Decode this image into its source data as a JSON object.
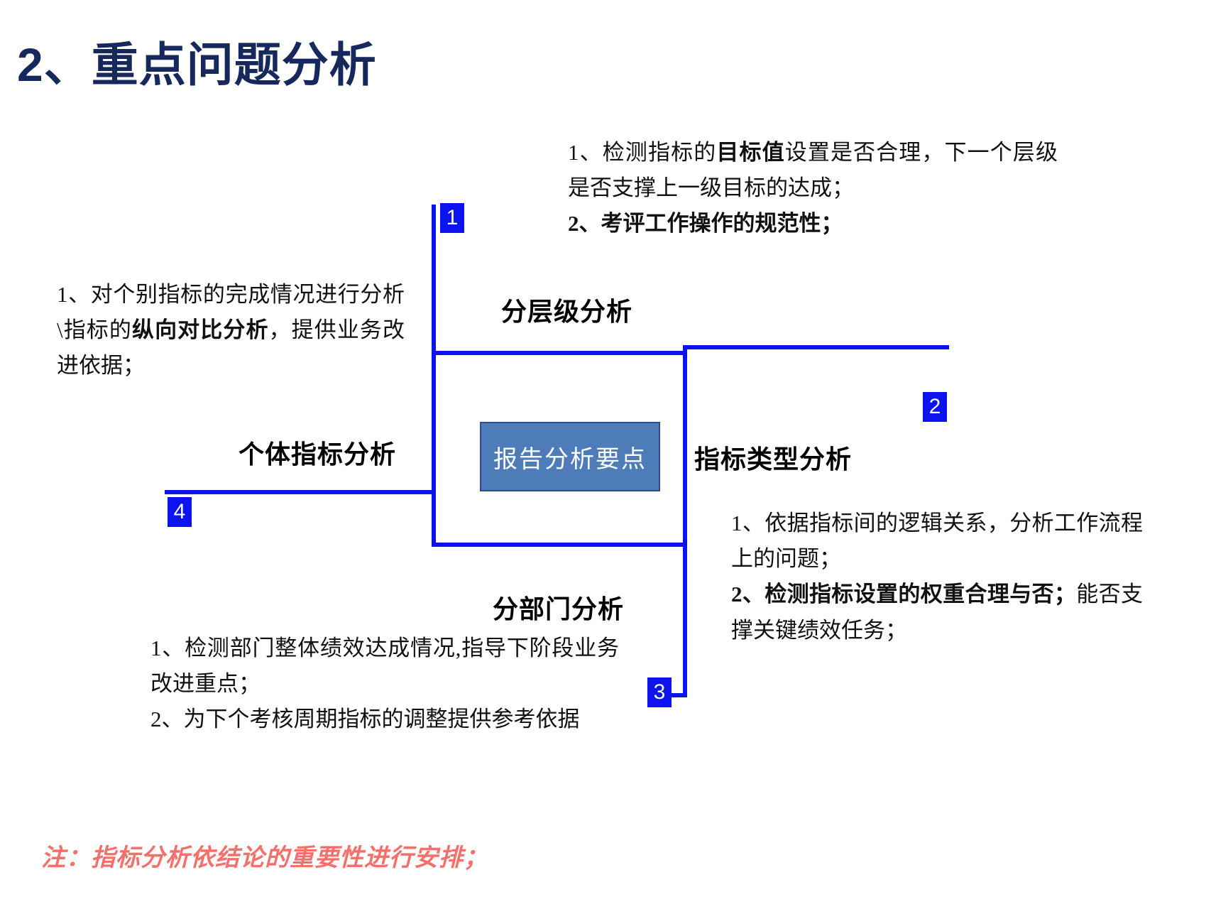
{
  "slide": {
    "title": "2、重点问题分析",
    "title_color": "#17285c",
    "accent_line_color": "#0b14f0",
    "center_node_fill": "#4e7cb8",
    "footnote_color": "#f4706b"
  },
  "center": {
    "label": "报告分析要点"
  },
  "branches": [
    {
      "number": "1",
      "label": "分层级分析",
      "text_html": "1、检测指标的<b>目标值</b>设置是否合理，下一个层级是否支撑上一级目标的达成；<br><b>2、考评工作操作的规范性；</b>",
      "text_plain": "1、检测指标的目标值设置是否合理，下一个层级是否支撑上一级目标的达成； 2、考评工作操作的规范性；"
    },
    {
      "number": "2",
      "label": "指标类型分析",
      "text_html": "1、依据指标间的逻辑关系，分析工作流程上的问题；<br><b>2、检测指标设置的权重合理与否；</b>能否支撑关键绩效任务；",
      "text_plain": "1、依据指标间的逻辑关系，分析工作流程上的问题； 2、检测指标设置的权重合理与否；能否支撑关键绩效任务；"
    },
    {
      "number": "3",
      "label": "分部门分析",
      "text_html": "1、检测部门整体绩效达成情况,指导下阶段业务改进重点；<br>2、为下个考核周期指标的调整提供参考依据",
      "text_plain": "1、检测部门整体绩效达成情况,指导下阶段业务改进重点； 2、为下个考核周期指标的调整提供参考依据"
    },
    {
      "number": "4",
      "label": "个体指标分析",
      "text_html": "1、对个别指标的完成情况进行分析\\指标的<b>纵向对比分析</b>，提供业务改进依据；",
      "text_plain": "1、对个别指标的完成情况进行分析\\指标的纵向对比分析，提供业务改进依据；"
    }
  ],
  "footnote": {
    "text": "注：指标分析依结论的重要性进行安排；"
  }
}
